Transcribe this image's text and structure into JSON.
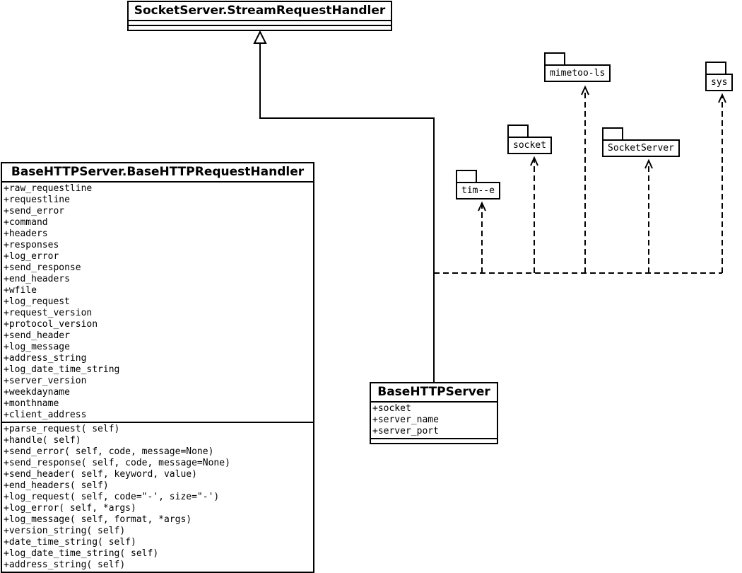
{
  "classes": {
    "stream_request_handler": {
      "name": "SocketServer.StreamRequestHandler"
    },
    "base_http_request_handler": {
      "name": "BaseHTTPServer.BaseHTTPRequestHandler",
      "attributes": [
        "+raw_requestline",
        "+requestline",
        "+send_error",
        "+command",
        "+headers",
        "+responses",
        "+log_error",
        "+send_response",
        "+end_headers",
        "+wfile",
        "+log_request",
        "+request_version",
        "+protocol_version",
        "+send_header",
        "+log_message",
        "+address_string",
        "+log_date_time_string",
        "+server_version",
        "+weekdayname",
        "+monthname",
        "+client_address"
      ],
      "methods": [
        "+parse_request( self)",
        "+handle( self)",
        "+send_error( self, code, message=None)",
        "+send_response( self, code, message=None)",
        "+send_header( self, keyword, value)",
        "+end_headers( self)",
        "+log_request( self, code=\"-', size=\"-')",
        "+log_error( self, *args)",
        "+log_message( self, format, *args)",
        "+version_string( self)",
        "+date_time_string( self)",
        "+log_date_time_string( self)",
        "+address_string( self)"
      ]
    },
    "base_http_server": {
      "name": "BaseHTTPServer",
      "attributes": [
        "+socket",
        "+server_name",
        "+server_port"
      ]
    }
  },
  "packages": {
    "mimetools": "mimetoo-ls",
    "sys": "sys",
    "socket": "socket",
    "socket_server": "SocketServer",
    "time": "tim--e"
  }
}
